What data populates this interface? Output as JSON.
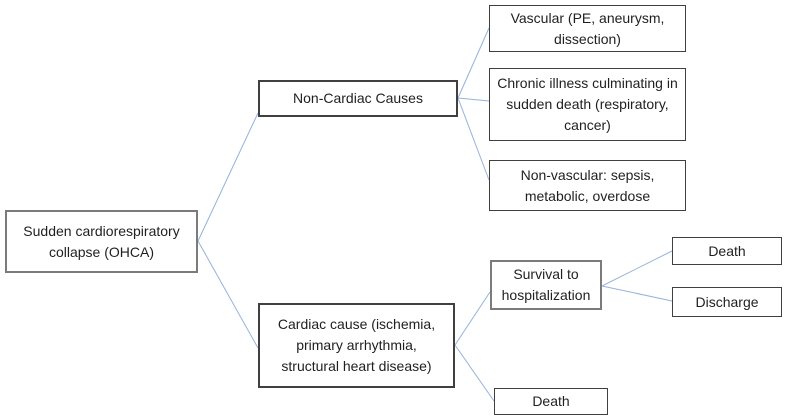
{
  "diagram": {
    "type": "flowchart",
    "line_color": "#95B3D7",
    "border_color_primary": "#7B7B7B",
    "border_color_secondary": "#404040",
    "nodes": {
      "root": {
        "label": [
          "Sudden cardiorespiratory",
          "collapse (OHCA)"
        ]
      },
      "non_cardiac": {
        "label": [
          "Non-Cardiac Causes"
        ]
      },
      "vascular": {
        "label": [
          "Vascular (PE, aneurysm,",
          "dissection)"
        ]
      },
      "chronic": {
        "label": [
          "Chronic illness culminating in",
          "sudden death (respiratory,",
          "cancer)"
        ]
      },
      "non_vascular": {
        "label": [
          "Non-vascular: sepsis,",
          "metabolic, overdose"
        ]
      },
      "cardiac": {
        "label": [
          "Cardiac cause (ischemia,",
          "primary arrhythmia,",
          "structural heart disease)"
        ]
      },
      "survival": {
        "label": [
          "Survival to",
          "hospitalization"
        ]
      },
      "death_after_survival": {
        "label": [
          "Death"
        ]
      },
      "discharge": {
        "label": [
          "Discharge"
        ]
      },
      "death_prehospital": {
        "label": [
          "Death"
        ]
      }
    },
    "edges": [
      {
        "from": "root",
        "to": "non_cardiac"
      },
      {
        "from": "root",
        "to": "cardiac"
      },
      {
        "from": "non_cardiac",
        "to": "vascular"
      },
      {
        "from": "non_cardiac",
        "to": "chronic"
      },
      {
        "from": "non_cardiac",
        "to": "non_vascular"
      },
      {
        "from": "cardiac",
        "to": "survival"
      },
      {
        "from": "cardiac",
        "to": "death_prehospital"
      },
      {
        "from": "survival",
        "to": "death_after_survival"
      },
      {
        "from": "survival",
        "to": "discharge"
      }
    ]
  }
}
